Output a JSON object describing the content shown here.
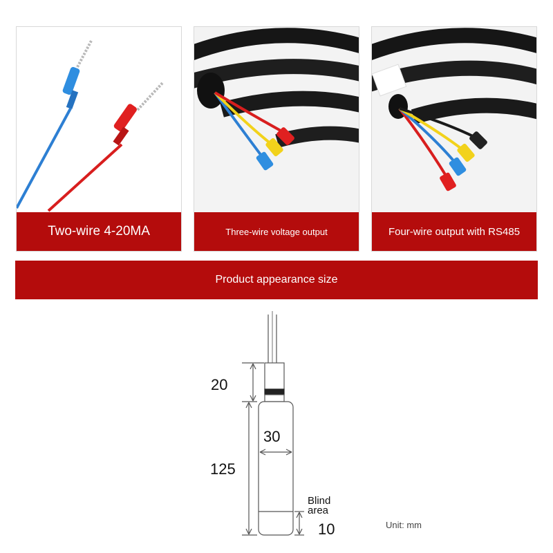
{
  "panels": [
    {
      "caption": "Two-wire 4-20MA"
    },
    {
      "caption": "Three-wire voltage output"
    },
    {
      "caption": "Four-wire output with RS485"
    }
  ],
  "section": {
    "title": "Product appearance size"
  },
  "dimensions": {
    "cap_height": "20",
    "diameter": "30",
    "body_length": "125",
    "blind_label_1": "Blind",
    "blind_label_2": "area",
    "blind_value": "10"
  },
  "unit_label": "Unit: mm",
  "colors": {
    "band_red": "#b40c0c",
    "wire_blue": "#2d7fd3",
    "wire_red": "#d81e1e",
    "wire_yellow": "#f2d21b",
    "cable_black": "#1a1a1a"
  },
  "icons": [
    "two-wire-cable-photo",
    "three-wire-cable-photo",
    "four-wire-cable-photo",
    "sensor-dimension-drawing"
  ]
}
